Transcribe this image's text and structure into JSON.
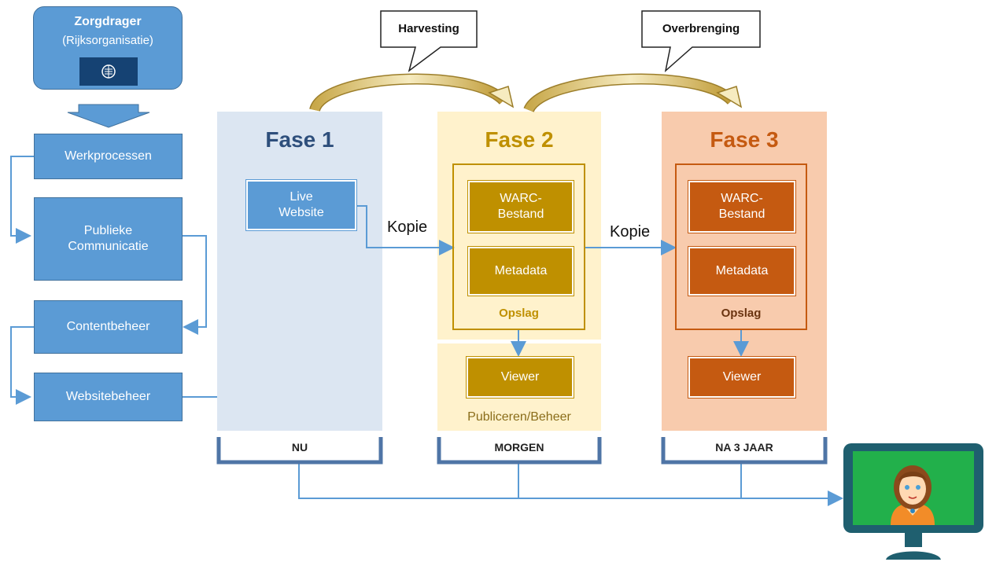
{
  "zorgdrager": {
    "title": "Zorgdrager",
    "subtitle": "(Rijksorganisatie)"
  },
  "processes": [
    "Werkprocessen",
    "Publieke\nCommunicatie",
    "Contentbeheer",
    "Websitebeheer"
  ],
  "callouts": {
    "harvesting": "Harvesting",
    "overbrenging": "Overbrenging"
  },
  "fase1": {
    "title": "Fase 1",
    "live_website": "Live\nWebsite",
    "time": "NU"
  },
  "fase2": {
    "title": "Fase 2",
    "warc": "WARC-\nBestand",
    "metadata": "Metadata",
    "opslag": "Opslag",
    "viewer": "Viewer",
    "publiceren": "Publiceren/Beheer",
    "time": "MORGEN"
  },
  "fase3": {
    "title": "Fase 3",
    "warc": "WARC-\nBestand",
    "metadata": "Metadata",
    "opslag": "Opslag",
    "viewer": "Viewer",
    "time": "NA 3 JAAR"
  },
  "kopie_labels": {
    "first": "Kopie",
    "second": "Kopie"
  },
  "colors": {
    "blue": "#5b9bd5",
    "fase1_bg": "#dce6f2",
    "fase2_bg": "#fff2cc",
    "fase2_accent": "#bf9000",
    "fase3_bg": "#f8cbad",
    "fase3_accent": "#c55a11",
    "monitor": "#1f5f6f",
    "screen": "#22b04b"
  }
}
